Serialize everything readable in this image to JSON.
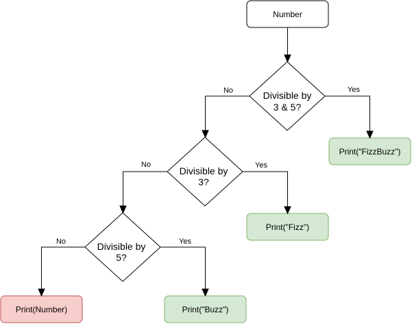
{
  "nodes": {
    "number": {
      "label": "Number"
    },
    "div35": {
      "line1": "Divisible by",
      "line2": "3 & 5?"
    },
    "div3": {
      "line1": "Divisible by",
      "line2": "3?"
    },
    "div5": {
      "line1": "Divisible by",
      "line2": "5?"
    },
    "fizzbuzz": {
      "label": "Print(\"FizzBuzz\")"
    },
    "fizz": {
      "label": "Print(\"Fizz\")"
    },
    "buzz": {
      "label": "Print(\"Buzz\")"
    },
    "print_number": {
      "label": "Print(Number)"
    }
  },
  "edge_labels": {
    "div35_no": "No",
    "div35_yes": "Yes",
    "div3_no": "No",
    "div3_yes": "Yes",
    "div5_no": "No",
    "div5_yes": "Yes"
  },
  "colors": {
    "start_fill": "#ffffff",
    "start_stroke": "#000000",
    "decision_fill": "#ffffff",
    "decision_stroke": "#000000",
    "output_green_fill": "#d5e8d4",
    "output_green_stroke": "#82b366",
    "output_red_fill": "#f8cecc",
    "output_red_stroke": "#b85450"
  }
}
